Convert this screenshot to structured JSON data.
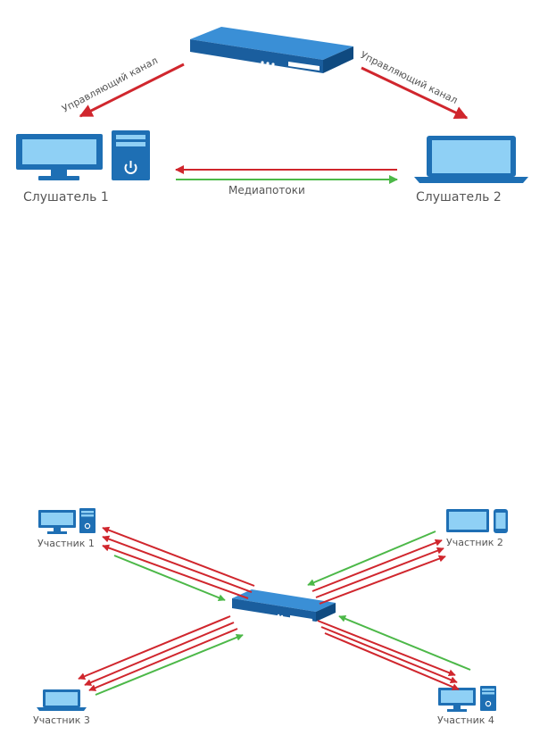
{
  "diagram1": {
    "control_channel_left": "Управляющий канал",
    "control_channel_right": "Управляющий канал",
    "media_streams": "Медиапотоки",
    "listener1": "Слушатель 1",
    "listener2": "Слушатель 2"
  },
  "diagram2": {
    "participant1": "Участник 1",
    "participant2": "Участник 2",
    "participant3": "Участник 3",
    "participant4": "Участник 4"
  },
  "colors": {
    "device_blue": "#1e6fb4",
    "screen_blue": "#8fd0f5",
    "server_dark": "#0d4f8c",
    "arrow_red": "#d0262d",
    "arrow_green": "#4cb848",
    "label_gray": "#555555"
  }
}
